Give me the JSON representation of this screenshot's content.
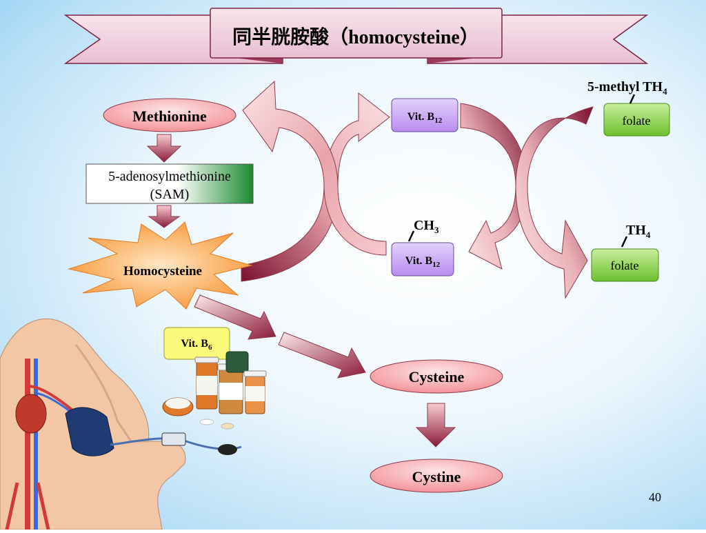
{
  "title": "同半胱胺酸（homocysteine）",
  "slide_number": "40",
  "nodes": {
    "methionine": "Methionine",
    "sam_line1": "5-adenosylmethionine",
    "sam_line2": "(SAM)",
    "homocysteine": "Homocysteine",
    "cysteine": "Cysteine",
    "cystine": "Cystine"
  },
  "cofactors": {
    "vitb12_top": {
      "base": "Vit. B",
      "sub": "12"
    },
    "vitb12_bottom": {
      "base": "Vit. B",
      "sub": "12"
    },
    "vitb6": {
      "base": "Vit. B",
      "sub": "6"
    },
    "folate_top": "folate",
    "folate_bottom": "folate"
  },
  "labels": {
    "methyl_th4": {
      "base": "5-methyl TH",
      "sub": "4"
    },
    "ch3": {
      "base": "CH",
      "sub": "3"
    },
    "th4": {
      "base": "TH",
      "sub": "4"
    }
  },
  "colors": {
    "arrow_dark": "#8b1a3a",
    "arrow_light": "#f4c6c9",
    "node_pink": "#f59aa0",
    "vit_b12": "#c9a6f2",
    "vit_b6": "#fbf97a",
    "folate": "#8fd14f",
    "burst": "#f8a848"
  },
  "illustrations": {
    "human_figure": "human-anatomy-with-blood-pressure-cuff",
    "medicine": "pill-bottles"
  }
}
